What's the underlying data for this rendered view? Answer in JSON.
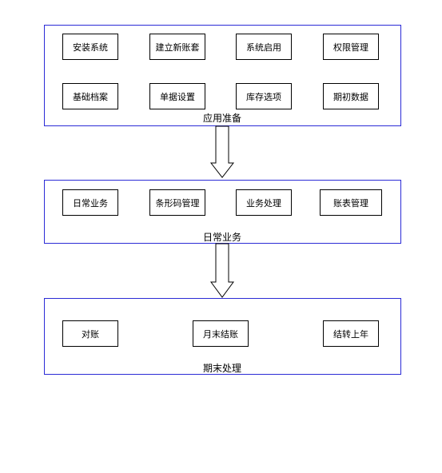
{
  "stages": [
    {
      "caption": "应用准备",
      "items": [
        "安装系统",
        "建立新账套",
        "系统启用",
        "权限管理",
        "基础档案",
        "单据设置",
        "库存选项",
        "期初数据"
      ]
    },
    {
      "caption": "日常业务",
      "items": [
        "日常业务",
        "条形码管理",
        "业务处理",
        "账表管理"
      ]
    },
    {
      "caption": "期末处理",
      "items": [
        "对账",
        "月末结账",
        "结转上年"
      ]
    }
  ],
  "colors": {
    "group_border": "#2b2bd6",
    "box_border": "#000000",
    "arrow": "#000000"
  }
}
